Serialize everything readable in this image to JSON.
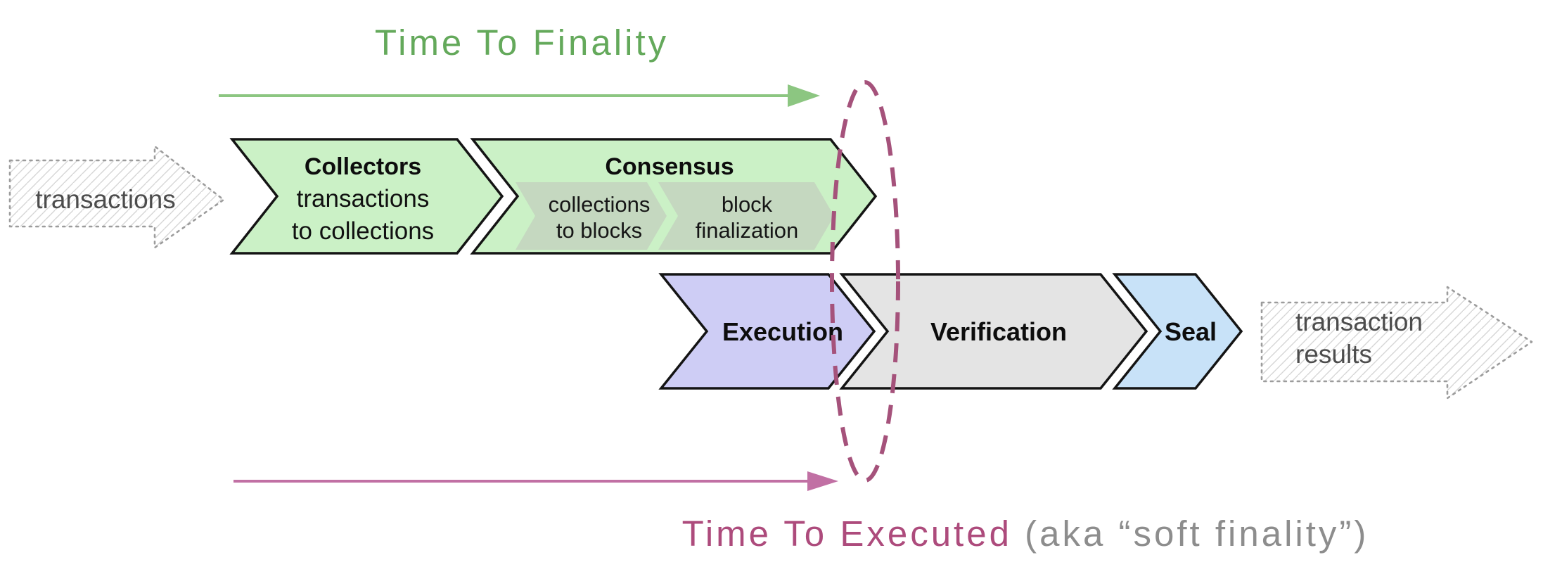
{
  "diagram": {
    "top_timeline": {
      "label": "Time To Finality"
    },
    "bottom_timeline": {
      "label_primary": "Time To Executed",
      "label_secondary": " (aka “soft finality”)"
    },
    "input_arrow": {
      "label": "transactions"
    },
    "output_arrow": {
      "line1": "transaction",
      "line2": "results"
    },
    "stages": [
      {
        "id": "collectors",
        "title": "Collectors",
        "line1": "transactions",
        "line2": "to collections"
      },
      {
        "id": "consensus",
        "title": "Consensus",
        "substeps": [
          {
            "line1": "collections",
            "line2": "to blocks"
          },
          {
            "line1": "block",
            "line2": "finalization"
          }
        ]
      },
      {
        "id": "execution",
        "title": "Execution"
      },
      {
        "id": "verification",
        "title": "Verification"
      },
      {
        "id": "seal",
        "title": "Seal"
      }
    ],
    "colors": {
      "green_title": "#64a95b",
      "green_arrow": "#8cc681",
      "green_fill": "#cbf1c6",
      "green_sub_fill": "#c5d8c0",
      "purple_fill": "#cecdf5",
      "gray_fill": "#e4e4e4",
      "blue_fill": "#c8e2f8",
      "rose_ellipse": "#a5527b",
      "pink_arrow": "#c170a4",
      "maroon_text": "#ad4b7c",
      "gray_text": "#8d8d8d",
      "sketch_text": "#4c4c4c",
      "sketch_border": "#9c9c9c"
    }
  }
}
